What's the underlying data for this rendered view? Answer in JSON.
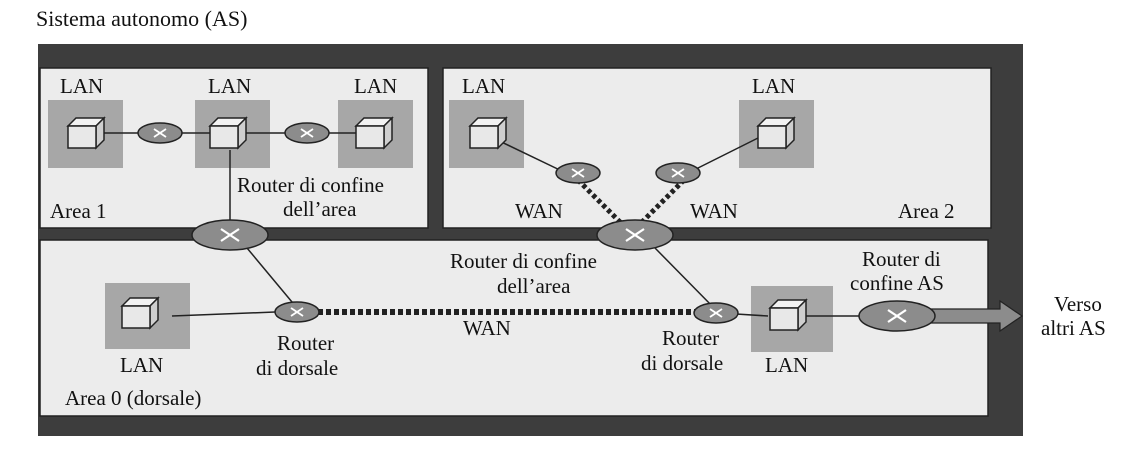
{
  "title": "Sistema autonomo (AS)",
  "labels": {
    "lan": "LAN",
    "wan": "WAN",
    "area1": "Area 1",
    "area2": "Area 2",
    "area0": "Area 0 (dorsale)",
    "area_border_line1": "Router di confine",
    "area_border_line2": "dell’area",
    "backbone_router_line1": "Router",
    "backbone_router_line2": "di dorsale",
    "as_border_line1": "Router di",
    "as_border_line2": "confine AS",
    "to_other_line1": "Verso",
    "to_other_line2": "altri AS"
  },
  "colors": {
    "as_frame": "#3d3d3d",
    "area_fill": "#ececec",
    "lan_pad": "#a7a7a7",
    "router_fill": "#8c8c8c"
  }
}
